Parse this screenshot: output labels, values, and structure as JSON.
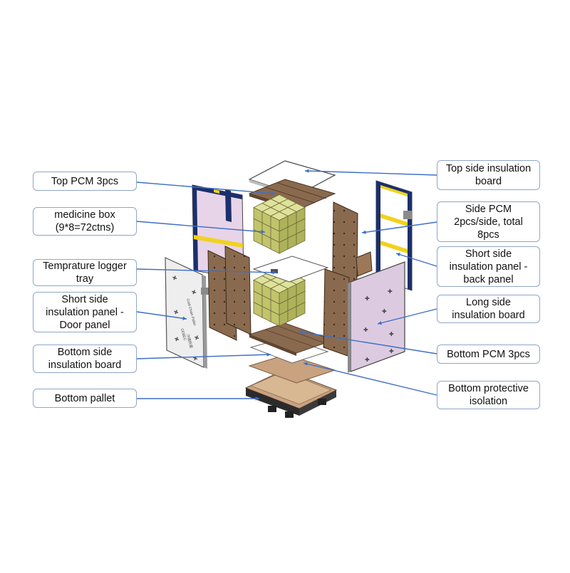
{
  "colors": {
    "leader": "#3f6fc6",
    "box_top": "#dfe39a",
    "box_left": "#c2c46c",
    "box_right": "#aeb25a",
    "board_brown": "#8a6a4e",
    "board_tan": "#c9a27f",
    "panel_pink": "#e8d4e8",
    "panel_navy": "#1b2f6b",
    "stripe_yellow": "#f2d21c",
    "door_gray": "#eeeeee"
  },
  "labels": {
    "top_pcm": "Top PCM 3pcs",
    "medicine_box": [
      "medicine box",
      "(9*8=72ctns)"
    ],
    "logger_tray": [
      "Temprature logger",
      "tray"
    ],
    "door_panel": [
      "Short side",
      "insulation panel -",
      "Door panel"
    ],
    "bottom_insulation": [
      "Bottom side",
      "insulation board"
    ],
    "bottom_pallet": "Bottom pallet",
    "top_insulation": [
      "Top side insulation",
      "board"
    ],
    "side_pcm": [
      "Side PCM",
      "2pcs/side, total",
      "8pcs"
    ],
    "back_panel": [
      "Short side",
      "insulation panel -",
      "back panel"
    ],
    "long_side": [
      "Long side",
      "insulation board"
    ],
    "bottom_pcm": "Bottom PCM 3pcs",
    "bottom_protective": [
      "Bottom protective",
      "isolation"
    ]
  },
  "door_panel_marks": [
    "Cold Chain Pallet",
    "CEBEC",
    "冷链托盘"
  ]
}
